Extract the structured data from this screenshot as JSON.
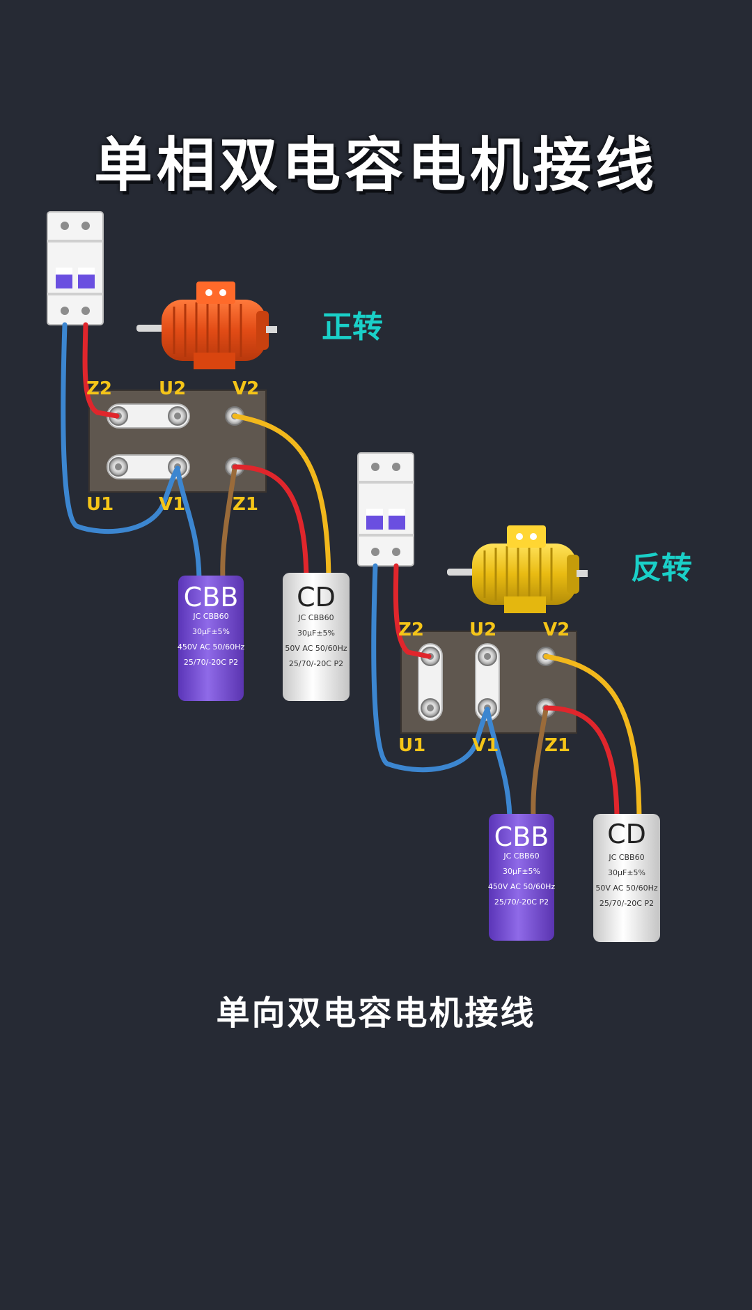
{
  "title": "单相双电容电机接线",
  "subtitle": "单向双电容电机接线",
  "colors": {
    "background": "#262a34",
    "direction_label": "#1ad0c8",
    "terminal_label": "#f5c518",
    "wire_blue": "#3c86d0",
    "wire_red": "#e0262c",
    "wire_yellow": "#f2b81c",
    "wire_brown": "#9a6b3a",
    "cbb_capacitor": "#7b52d6",
    "motor_forward": "#e9531f",
    "motor_reverse": "#f0c419"
  },
  "forward": {
    "direction": "正转",
    "terminals": {
      "z2": "Z2",
      "u2": "U2",
      "v2": "V2",
      "u1": "U1",
      "v1": "V1",
      "z1": "Z1"
    },
    "cap_cbb": {
      "name": "CBB",
      "l1": "JC CBB60",
      "l2": "30μF±5%",
      "l3": "450V AC 50/60Hz",
      "l4": "25/70/-20C  P2"
    },
    "cap_cd": {
      "name": "CD",
      "l1": "JC CBB60",
      "l2": "30μF±5%",
      "l3": "50V AC 50/60Hz",
      "l4": "25/70/-20C  P2"
    }
  },
  "reverse": {
    "direction": "反转",
    "terminals": {
      "z2": "Z2",
      "u2": "U2",
      "v2": "V2",
      "u1": "U1",
      "v1": "V1",
      "z1": "Z1"
    },
    "cap_cbb": {
      "name": "CBB",
      "l1": "JC CBB60",
      "l2": "30μF±5%",
      "l3": "450V AC 50/60Hz",
      "l4": "25/70/-20C  P2"
    },
    "cap_cd": {
      "name": "CD",
      "l1": "JC CBB60",
      "l2": "30μF±5%",
      "l3": "50V AC 50/60Hz",
      "l4": "25/70/-20C  P2"
    }
  }
}
